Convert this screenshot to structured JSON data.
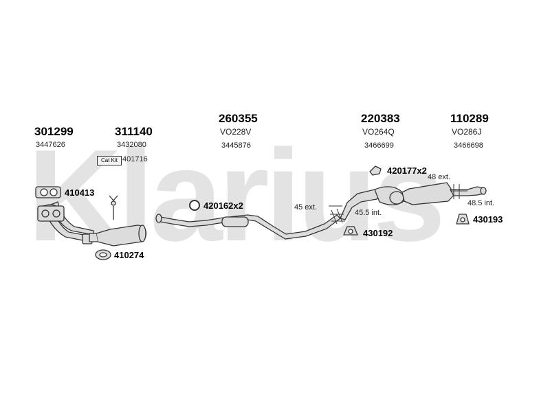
{
  "brand_watermark": "Klarius",
  "parts": [
    {
      "id": "301299",
      "oe_code": "",
      "ref": "3447626"
    },
    {
      "id": "311140",
      "oe_code": "",
      "ref": "3432080"
    },
    {
      "id": "260355",
      "oe_code": "VO228V",
      "ref": "3445876"
    },
    {
      "id": "220383",
      "oe_code": "VO264Q",
      "ref": "3466699"
    },
    {
      "id": "110289",
      "oe_code": "VO286J",
      "ref": "3466698"
    }
  ],
  "cat_kit": {
    "label": "Cat Kit",
    "part": "401716"
  },
  "fittings": {
    "gasket_410413": "410413",
    "gasket_410274": "410274",
    "ring_420162": "420162x2",
    "mount_420177": "420177x2",
    "hanger_430192": "430192",
    "hanger_430193": "430193"
  },
  "dimensions": {
    "d45ext": "45 ext.",
    "d45_5int": "45.5 int.",
    "d48ext": "48 ext.",
    "d48_5int": "48.5 int."
  },
  "colors": {
    "line": "#333333",
    "fill": "#dcdcdc",
    "watermark": "#e3e3e3"
  }
}
